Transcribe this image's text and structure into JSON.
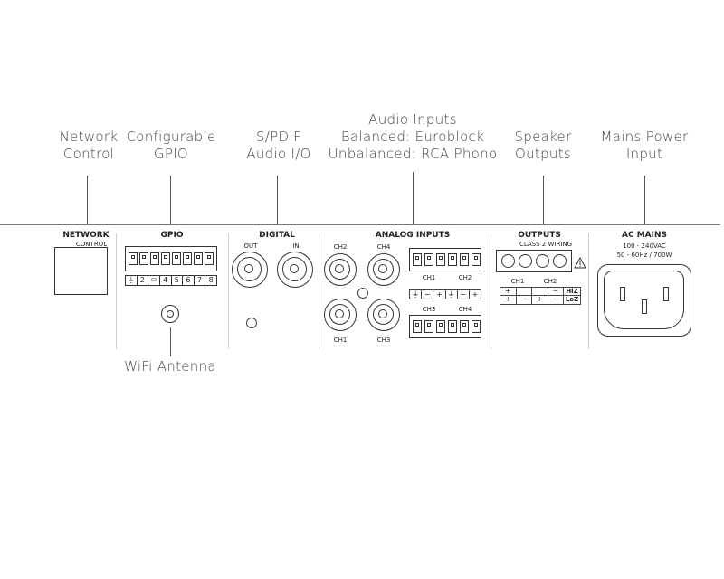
{
  "callouts": {
    "network": [
      "Network",
      "Control"
    ],
    "gpio": [
      "Configurable",
      "GPIO"
    ],
    "spdif": [
      "S/PDIF",
      "Audio I/O"
    ],
    "audio": [
      "Audio Inputs",
      "Balanced: Euroblock",
      "Unbalanced: RCA Phono"
    ],
    "speaker": [
      "Speaker",
      "Outputs"
    ],
    "mains": [
      "Mains Power",
      "Input"
    ],
    "wifi": "WiFi Antenna"
  },
  "panel": {
    "network": {
      "title": "NETWORK",
      "subtitle": "CONTROL"
    },
    "gpio": {
      "title": "GPIO",
      "pins": [
        "⏚",
        "2",
        "⏛",
        "4",
        "5",
        "6",
        "7",
        "8"
      ]
    },
    "digital": {
      "title": "DIGITAL",
      "out": "OUT",
      "in": "IN"
    },
    "analog": {
      "title": "ANALOG INPUTS",
      "rca": {
        "top_left": "CH2",
        "top_right": "CH4",
        "bottom_left": "CH1",
        "bottom_right": "CH3"
      },
      "euro_top": {
        "ch_a": "CH1",
        "ch_b": "CH2",
        "polarity": [
          "⏚",
          "−",
          "+",
          "⏚",
          "−",
          "+"
        ]
      },
      "euro_bottom": {
        "ch_a": "CH3",
        "ch_b": "CH4"
      }
    },
    "outputs": {
      "title": "OUTPUTS",
      "subtitle": "CLASS 2 WIRING",
      "ch_a": "CH1",
      "ch_b": "CH2",
      "hiz": "HiZ",
      "loz": "LoZ",
      "row_hiz": [
        "+",
        "",
        "",
        "−"
      ],
      "row_loz": [
        "+",
        "−",
        "+",
        "−"
      ]
    },
    "mains": {
      "title": "AC MAINS",
      "voltage": "100 - 240VAC",
      "rating": "50 - 60Hz / 700W"
    }
  }
}
